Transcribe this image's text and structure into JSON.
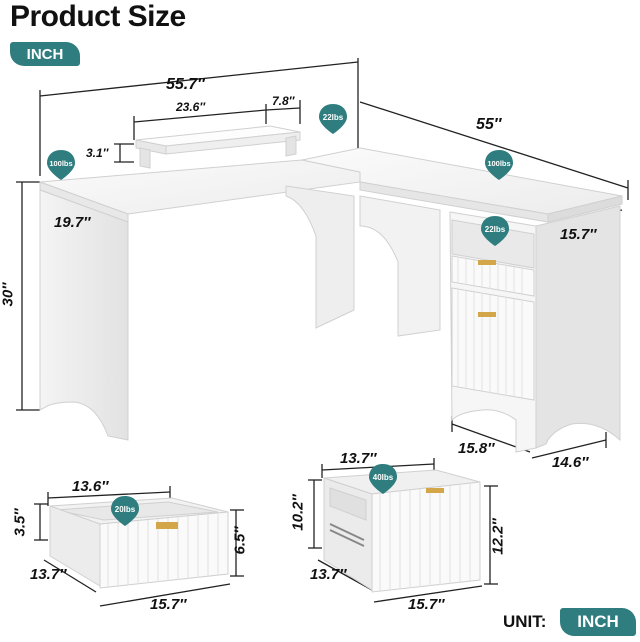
{
  "title": "Product Size",
  "unit_badge": "INCH",
  "unit_footer": {
    "label": "UNIT:",
    "value": "INCH"
  },
  "colors": {
    "accent": "#2f7d7f",
    "product": "#ffffff",
    "line": "#222222"
  },
  "desk": {
    "width_total": "55.7″",
    "monitor_stand_width": "23.6″",
    "monitor_stand_depth": "7.8″",
    "monitor_stand_height": "3.1″",
    "right_length": "55″",
    "left_depth": "19.7″",
    "right_depth": "15.7″",
    "height": "30″",
    "cabinet_width": "15.8″",
    "cabinet_depth": "14.6″",
    "loads": {
      "stand": "22lbs",
      "left_top": "100lbs",
      "right_top": "100lbs",
      "shelf": "22lbs"
    }
  },
  "drawer": {
    "width_back": "13.6″",
    "height_inner": "3.5″",
    "height_front": "6.5″",
    "depth": "13.7″",
    "width_front": "15.7″",
    "load": "20lbs"
  },
  "big_drawer": {
    "width_back": "13.7″",
    "height_inner": "10.2″",
    "height_front": "12.2″",
    "depth": "13.7″",
    "width_front": "15.7″",
    "load": "40lbs"
  }
}
